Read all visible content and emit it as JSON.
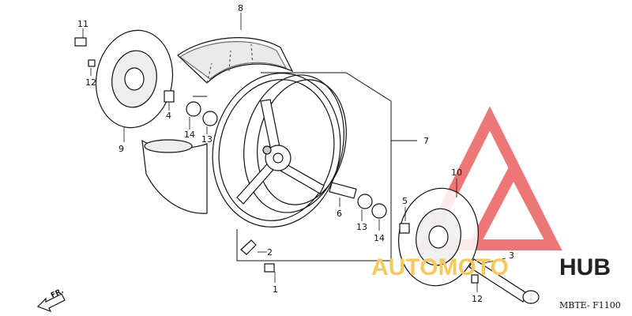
{
  "callouts": {
    "c1": "1",
    "c2": "2",
    "c3": "3",
    "c4": "4",
    "c5": "5",
    "c6": "6",
    "c7": "7",
    "c8": "8",
    "c9": "9",
    "c10": "10",
    "c11": "11",
    "c12a": "12",
    "c12b": "12",
    "c13a": "13",
    "c13b": "13",
    "c14a": "14",
    "c14b": "14"
  },
  "diagram_code": "MBTE- F1100",
  "direction_label": "FR.",
  "watermark": {
    "text_left": "AUTOMOTO",
    "text_right": "HUB",
    "logo_color": "#e84a4a",
    "left_color": "#f6c95f",
    "right_color": "#222222"
  }
}
